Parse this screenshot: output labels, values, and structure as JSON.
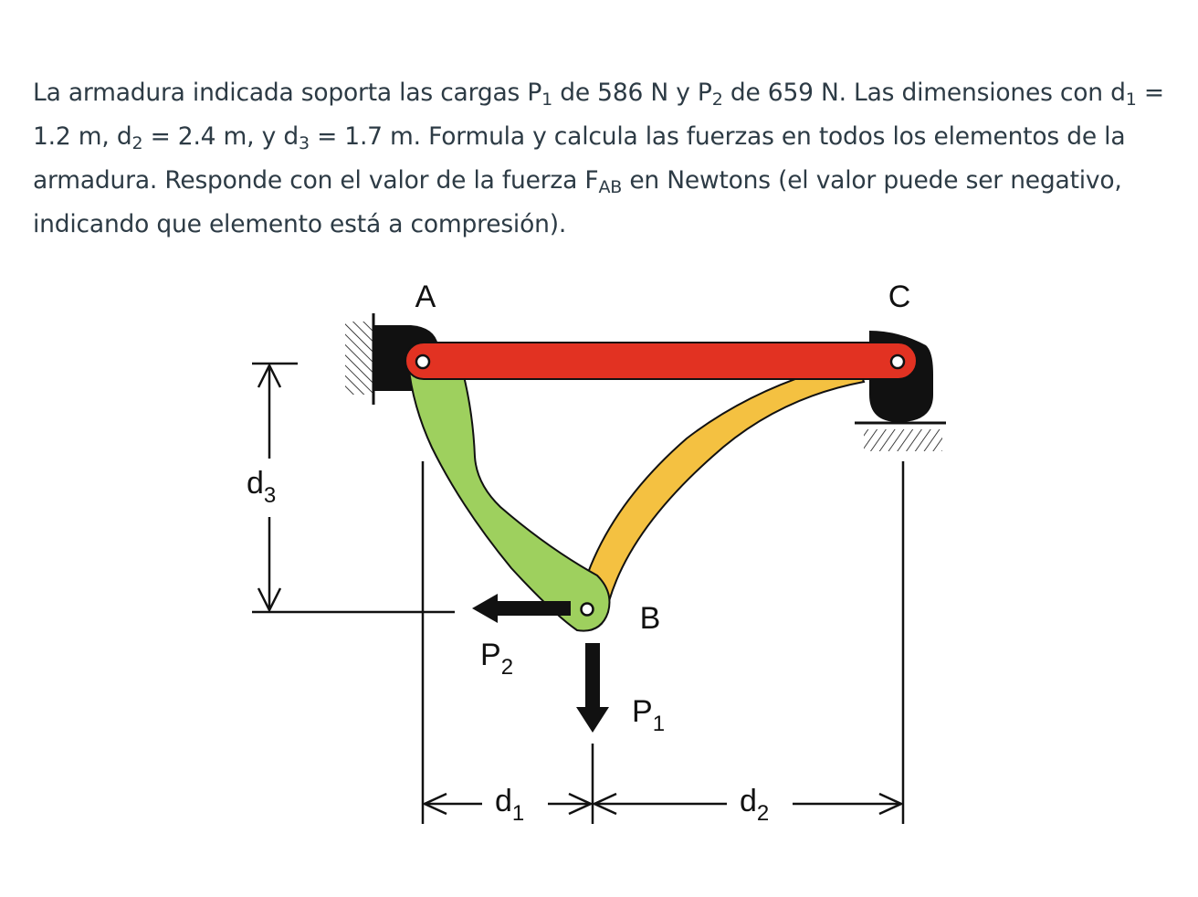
{
  "problem": {
    "text_1": "La armadura indicada soporta las cargas P",
    "sub_p1": "1",
    "text_2": " de 586 N y P",
    "sub_p2": "2",
    "text_3": " de 659 N. Las dimensiones con d",
    "sub_d1": "1",
    "text_4": " = 1.2 m, d",
    "sub_d2": "2",
    "text_5": " = 2.4 m, y d",
    "sub_d3": "3",
    "text_6": " = 1.7 m. Formula y calcula las fuerzas en todos los elementos de la armadura. Responde con el valor de la fuerza F",
    "sub_ab": "AB",
    "text_7": " en Newtons (el valor puede ser negativo, indicando que elemento está a compresión)."
  },
  "diagram": {
    "node_a": "A",
    "node_b": "B",
    "node_c": "C",
    "load_p1": "P",
    "load_p1_sub": "1",
    "load_p2": "P",
    "load_p2_sub": "2",
    "dim_d1": "d",
    "dim_d1_sub": "1",
    "dim_d2": "d",
    "dim_d2_sub": "2",
    "dim_d3": "d",
    "dim_d3_sub": "3",
    "colors": {
      "member_ac": "#e23222",
      "member_ab": "#9ed05e",
      "member_bc": "#f4c141",
      "support": "#111111"
    }
  }
}
